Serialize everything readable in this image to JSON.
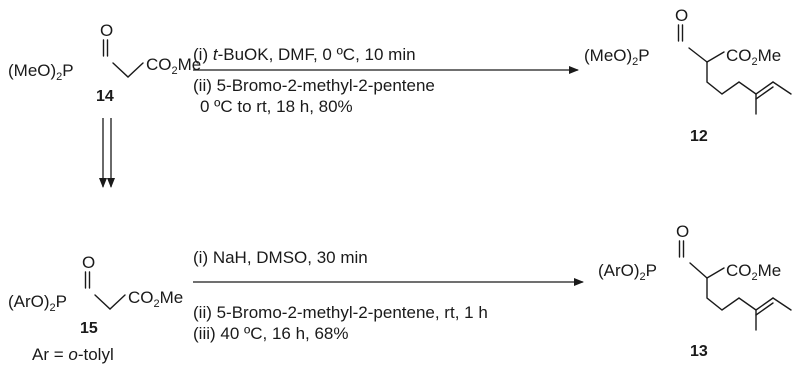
{
  "compounds": {
    "c14": {
      "label": "14",
      "P_group": "(MeO)",
      "P_sub": "2",
      "P_atom": "P",
      "O_atom": "O",
      "ester": "CO",
      "ester_sub": "2",
      "ester_end": "Me"
    },
    "c12": {
      "label": "12",
      "P_group": "(MeO)",
      "P_sub": "2",
      "P_atom": "P",
      "O_atom": "O",
      "ester": "CO",
      "ester_sub": "2",
      "ester_end": "Me"
    },
    "c15": {
      "label": "15",
      "P_group": "(ArO)",
      "P_sub": "2",
      "P_atom": "P",
      "O_atom": "O",
      "ester": "CO",
      "ester_sub": "2",
      "ester_end": "Me",
      "note_prefix": "Ar = ",
      "note_italic": "o",
      "note_suffix": "-tolyl"
    },
    "c13": {
      "label": "13",
      "P_group": "(ArO)",
      "P_sub": "2",
      "P_atom": "P",
      "O_atom": "O",
      "ester": "CO",
      "ester_sub": "2",
      "ester_end": "Me"
    }
  },
  "reaction1": {
    "line1_prefix": "(i) ",
    "line1_italic": "t",
    "line1_suffix": "-BuOK, DMF, 0 ºC, 10 min",
    "line2": "(ii) 5-Bromo-2-methyl-2-pentene",
    "line3": "0 ºC to rt, 18 h, 80%"
  },
  "reaction2": {
    "line1": "(i) NaH, DMSO, 30 min",
    "line2": "(ii) 5-Bromo-2-methyl-2-pentene, rt, 1 h",
    "line3": "(iii) 40 ºC, 16 h, 68%"
  }
}
